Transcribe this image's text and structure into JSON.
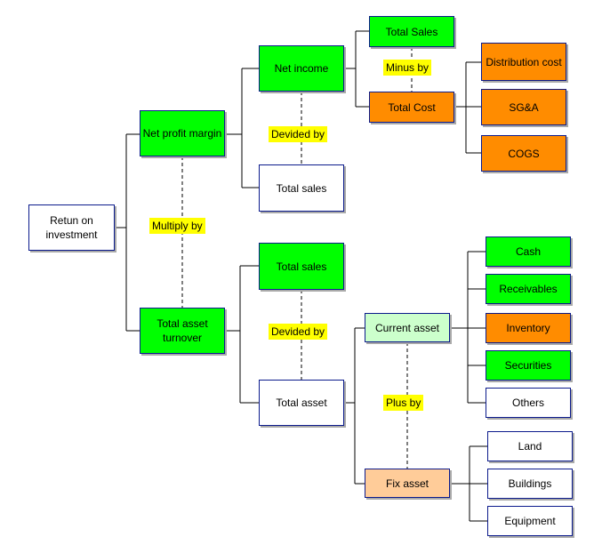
{
  "colors": {
    "green": "#00ff00",
    "orange": "#ff8c00",
    "white": "#ffffff",
    "light_green": "#ccffcc",
    "peach": "#ffcc99",
    "label_bg": "#ffff00",
    "border": "#0b1a8c"
  },
  "nodes": {
    "roi": "Retun on investment",
    "net_profit_margin": "Net profit margin",
    "total_asset_turnover": "Total asset turnover",
    "net_income": "Net income",
    "total_sales_1": "Total sales",
    "total_sales_2": "Total sales",
    "total_asset": "Total asset",
    "total_sales_top": "Total Sales",
    "total_cost": "Total Cost",
    "distribution_cost": "Distribution cost",
    "sga": "SG&A",
    "cogs": "COGS",
    "current_asset": "Current asset",
    "fix_asset": "Fix asset",
    "cash": "Cash",
    "receivables": "Receivables",
    "inventory": "Inventory",
    "securities": "Securities",
    "others": "Others",
    "land": "Land",
    "buildings": "Buildings",
    "equipment": "Equipment"
  },
  "operators": {
    "multiply": "Multiply by",
    "divided_1": "Devided by",
    "divided_2": "Devided by",
    "minus": "Minus by",
    "plus": "Plus by"
  }
}
